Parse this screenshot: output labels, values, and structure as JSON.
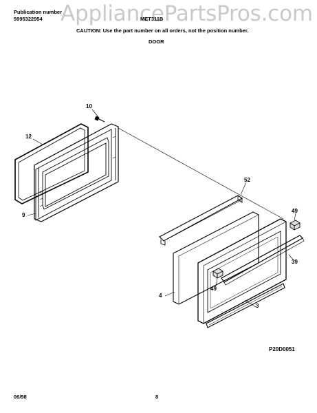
{
  "watermark": "AppliancePartsPros.com",
  "header": {
    "publication_label": "Publication number",
    "publication_number": "5995322954",
    "model": "MET311B",
    "caution": "CAUTION: Use the part number on all orders, not the position number.",
    "section_title": "DOOR"
  },
  "callouts": {
    "c10": "10",
    "c12": "12",
    "c9": "9",
    "c52": "52",
    "c49a": "49",
    "c39": "39",
    "c4": "4",
    "c49b": "49",
    "c3": "3"
  },
  "figure_id": "P20D0051",
  "footer": {
    "date": "06/98",
    "page": "8"
  }
}
